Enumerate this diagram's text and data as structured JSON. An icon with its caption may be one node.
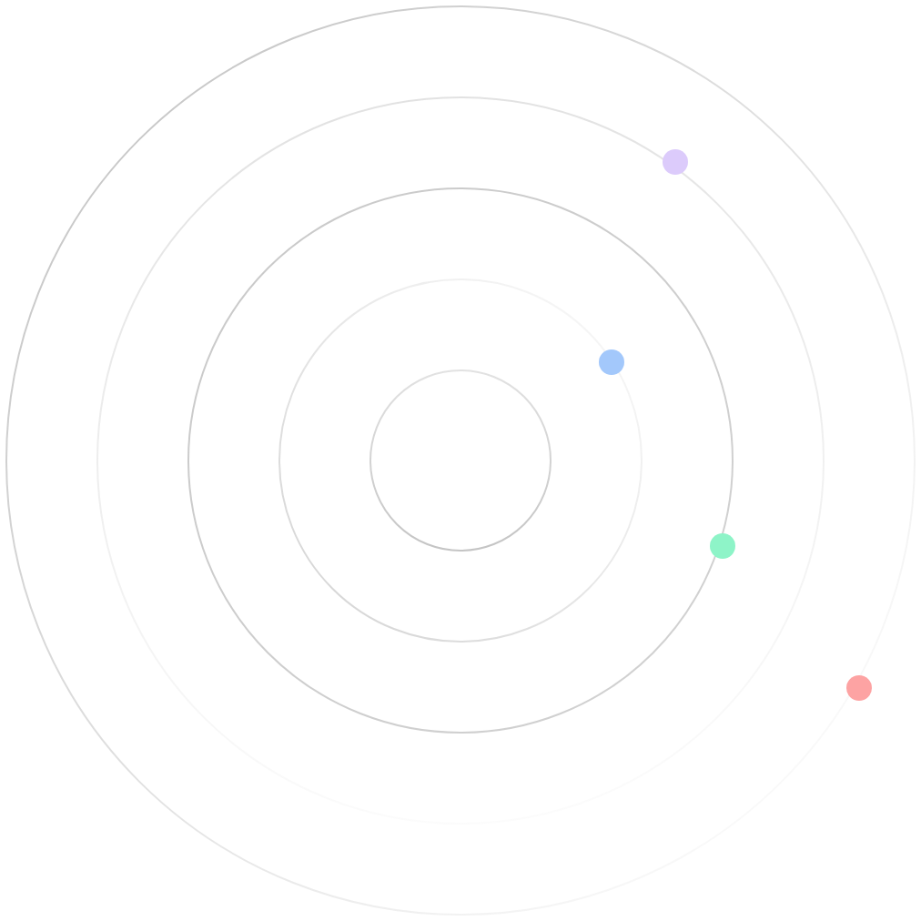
{
  "diagram": {
    "nodes": [
      {
        "text": [],
        "shape": "circle"
      },
      {
        "text": [],
        "shape": "circle",
        "in": 0
      },
      {
        "text": [],
        "shape": "circle",
        "in": 1
      },
      {
        "text": [],
        "shape": "circle",
        "in": 2
      },
      {
        "text": [],
        "shape": "circle",
        "in": 3
      },
      {
        "text": [],
        "shape": "circle",
        "in": 0
      },
      {
        "text": [],
        "shape": "circle",
        "in": 3
      },
      {
        "text": [],
        "shape": "circle",
        "in": 1
      },
      {
        "text": [],
        "shape": "circle"
      }
    ]
  }
}
